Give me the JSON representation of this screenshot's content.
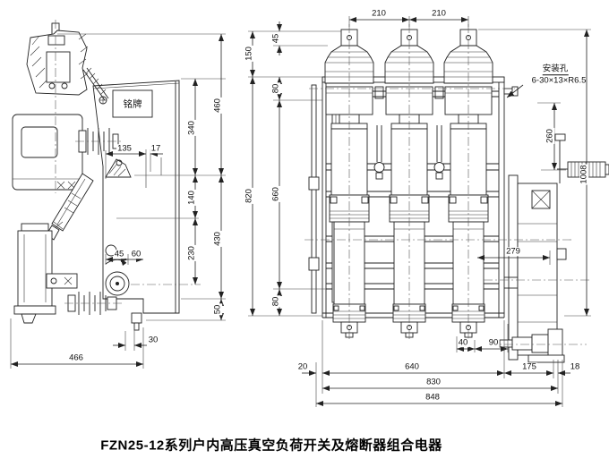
{
  "caption": "FZN25-12系列户内高压真空负荷开关及熔断器组合电器",
  "colors": {
    "line": "#222222",
    "background": "#ffffff"
  },
  "side_view": {
    "nameplate_label": "铭牌",
    "dims": {
      "d460": "460",
      "d340": "340",
      "d135": "135",
      "d17": "17",
      "d140": "140",
      "d230": "230",
      "d430": "430",
      "d45": "45",
      "d60": "60",
      "d50": "50",
      "d30": "30",
      "d466": "466"
    }
  },
  "front_view": {
    "mounting_note_title": "安装孔",
    "mounting_note_value": "6-30×13×R6.5",
    "dims": {
      "d210_left": "210",
      "d210_right": "210",
      "d45": "45",
      "d150": "150",
      "d80_top": "80",
      "d820": "820",
      "d660": "660",
      "d80_bottom": "80",
      "d260": "260",
      "d1008": "1008",
      "d279": "279",
      "d40": "40",
      "d90": "90",
      "d20": "20",
      "d640": "640",
      "d175": "175",
      "d18": "18",
      "d830": "830",
      "d848": "848"
    }
  }
}
